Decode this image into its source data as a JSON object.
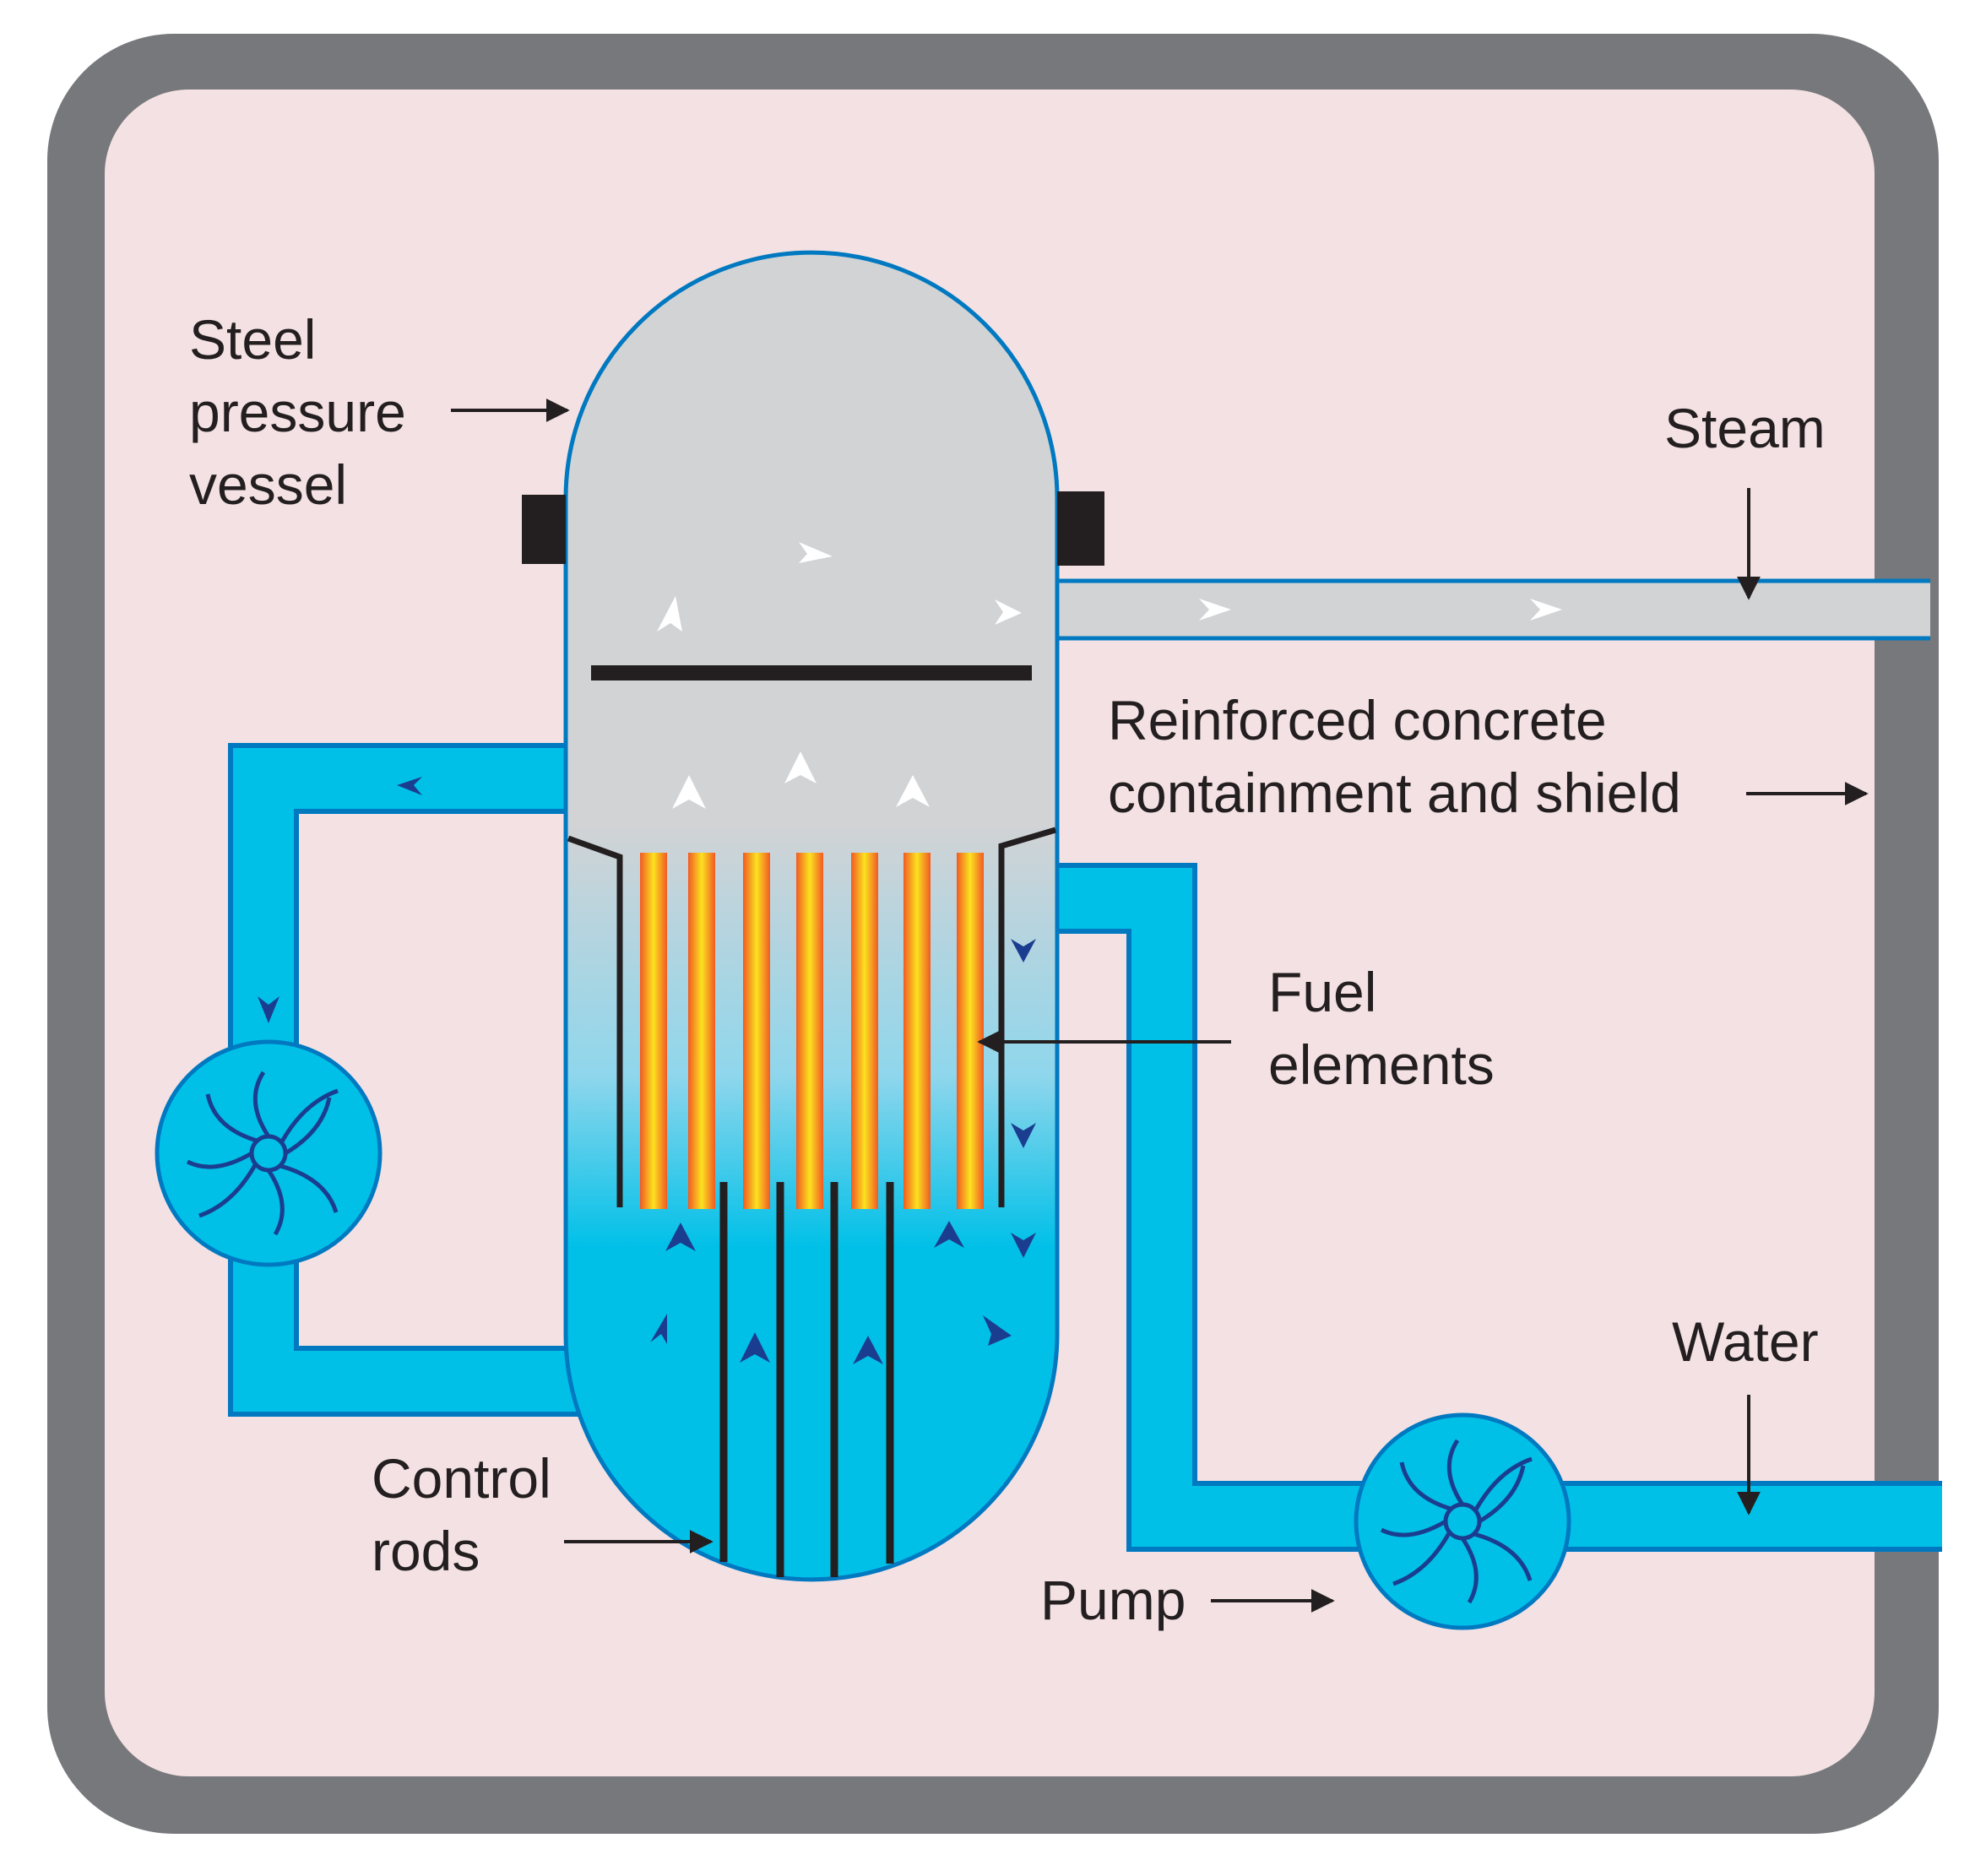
{
  "labels": {
    "pressure_vessel": [
      "Steel",
      "pressure",
      "vessel"
    ],
    "steam": "Steam",
    "containment": [
      "Reinforced concrete",
      "containment and shield"
    ],
    "fuel": [
      "Fuel",
      "elements"
    ],
    "water": "Water",
    "control_rods": [
      "Control",
      "rods"
    ],
    "pump": "Pump"
  },
  "colors": {
    "containment_wall": "#77787b",
    "background": "#f4e1e3",
    "water": "#00c0e8",
    "vessel_outline": "#0079c1",
    "steam": "#d2d3d5",
    "rods": "#231f20",
    "fuel_hot": "#fbe21f",
    "fuel_edge": "#f15a24"
  },
  "icons": {
    "pump_left": "pump-impeller-icon",
    "pump_right": "pump-impeller-icon"
  }
}
